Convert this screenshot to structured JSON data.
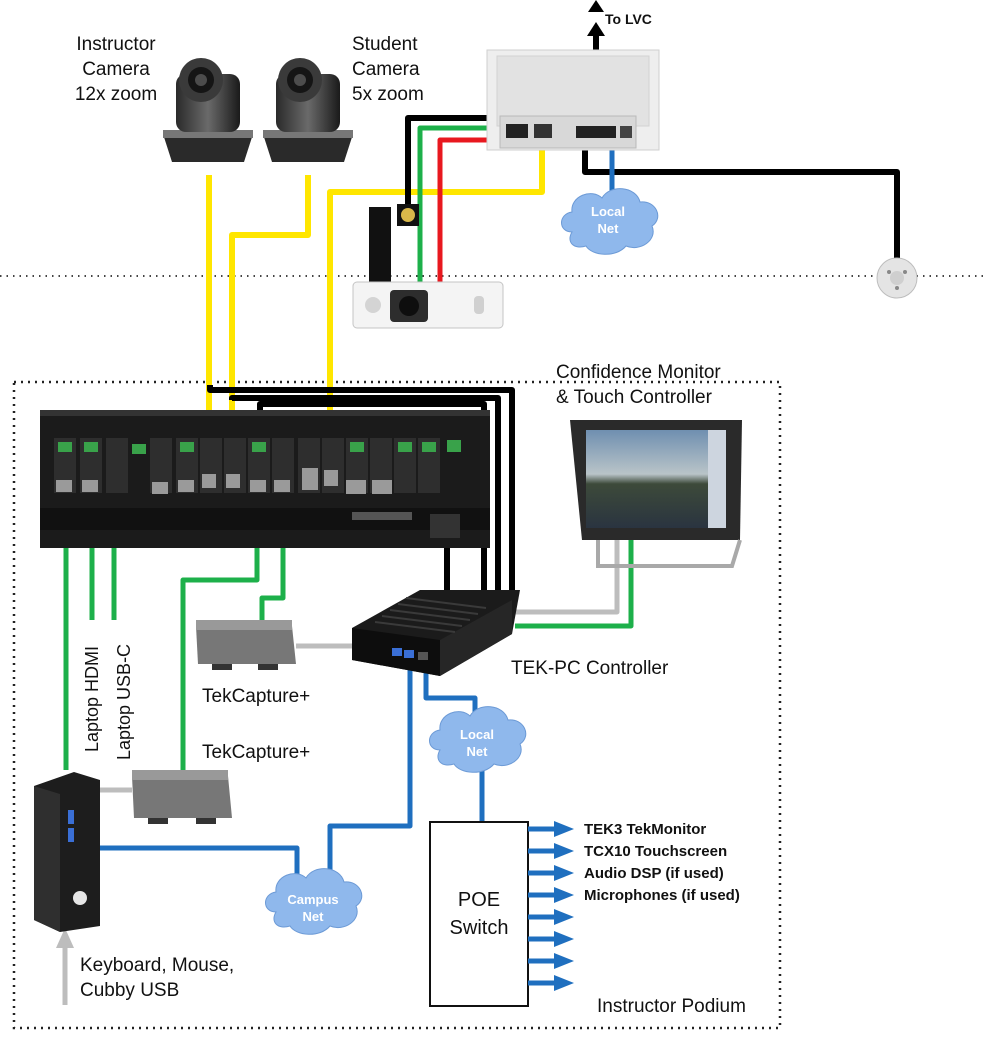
{
  "colors": {
    "video": "#ffe600",
    "hdmi_green": "#1db04a",
    "network_blue": "#1f6fbf",
    "control_black": "#000000",
    "power_red": "#e8181f",
    "usb_gray": "#bdbdbd",
    "cloud_fill": "#8fb8ec",
    "dark_hw": "#1b1b1b"
  },
  "labels": {
    "instructor_camera": [
      "Instructor",
      "Camera",
      "12x zoom"
    ],
    "student_camera": [
      "Student",
      "Camera",
      "5x zoom"
    ],
    "to_lvc": "To LVC",
    "confidence_monitor": [
      "Confidence Monitor",
      "& Touch Controller"
    ],
    "laptop_hdmi": "Laptop HDMI",
    "laptop_usbc": "Laptop USB-C",
    "tekcapture_1": "TekCapture+",
    "tekcapture_2": "TekCapture+",
    "tekpc": "TEK-PC Controller",
    "poe_switch": [
      "POE",
      "Switch"
    ],
    "keyboard": [
      "Keyboard, Mouse,",
      "Cubby USB"
    ],
    "instructor_podium": "Instructor Podium"
  },
  "clouds": {
    "local_net_top": [
      "Local",
      "Net"
    ],
    "local_net_mid": [
      "Local",
      "Net"
    ],
    "campus_net": [
      "Campus",
      "Net"
    ]
  },
  "poe_outputs": [
    "TEK3 TekMonitor",
    "TCX10 Touchscreen",
    "Audio DSP (if used)",
    "Microphones (if used)",
    "",
    "",
    "",
    ""
  ]
}
